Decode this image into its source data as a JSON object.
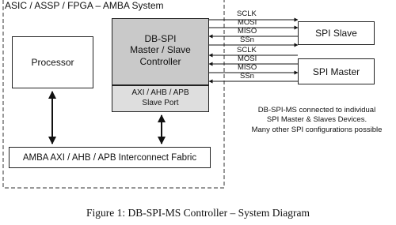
{
  "system": {
    "title": "ASIC / ASSP / FPGA – AMBA System"
  },
  "blocks": {
    "processor": "Processor",
    "controller": [
      "DB-SPI",
      "Master / Slave",
      "Controller"
    ],
    "port": [
      "AXI / AHB / APB",
      "Slave Port"
    ],
    "fabric": "AMBA AXI / AHB / APB Interconnect Fabric",
    "spi_slave": "SPI Slave",
    "spi_master": "SPI Master"
  },
  "signals_slave": [
    "SCLK",
    "MOSI",
    "MISO",
    "SSn"
  ],
  "signals_master": [
    "SCLK",
    "MOSI",
    "MISO",
    "SSn"
  ],
  "note": [
    "DB-SPI-MS connected to individual",
    "SPI Master & Slaves Devices.",
    "Many other SPI configurations possible"
  ],
  "caption": "Figure 1: DB-SPI-MS Controller – System Diagram"
}
